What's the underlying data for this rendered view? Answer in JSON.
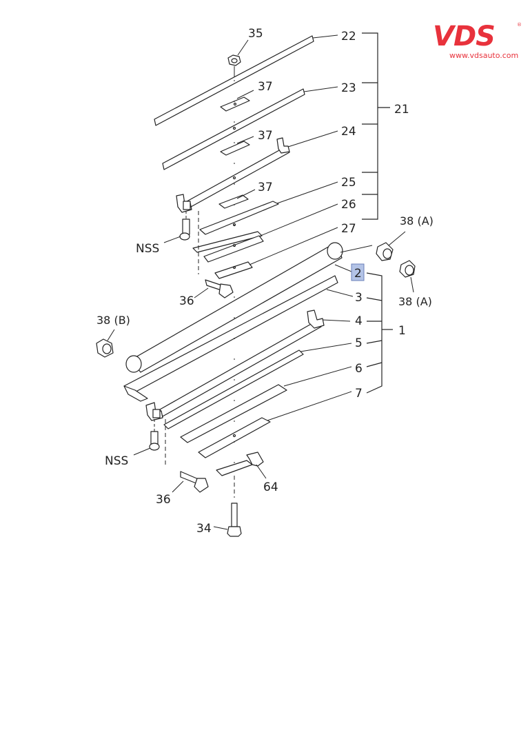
{
  "logo": {
    "brand": "VDS",
    "url": "www.vdsauto.com",
    "registered": "®"
  },
  "colors": {
    "brand_red": "#e8323c",
    "highlight": "#b3c3e6",
    "ink": "#222222"
  },
  "callouts": {
    "c35": "35",
    "c22": "22",
    "c23": "23",
    "c24": "24",
    "c21": "21",
    "c25": "25",
    "c26": "26",
    "c27": "27",
    "c37a": "37",
    "c37b": "37",
    "c37c": "37",
    "c38a_top": "38 (A)",
    "c38a_bot": "38 (A)",
    "c38b": "38 (B)",
    "c2": "2",
    "c3": "3",
    "c4": "4",
    "c5": "5",
    "c6": "6",
    "c7": "7",
    "c1": "1",
    "nss_top": "NSS",
    "nss_bot": "NSS",
    "c36_top": "36",
    "c36_bot": "36",
    "c64": "64",
    "c34": "34"
  }
}
